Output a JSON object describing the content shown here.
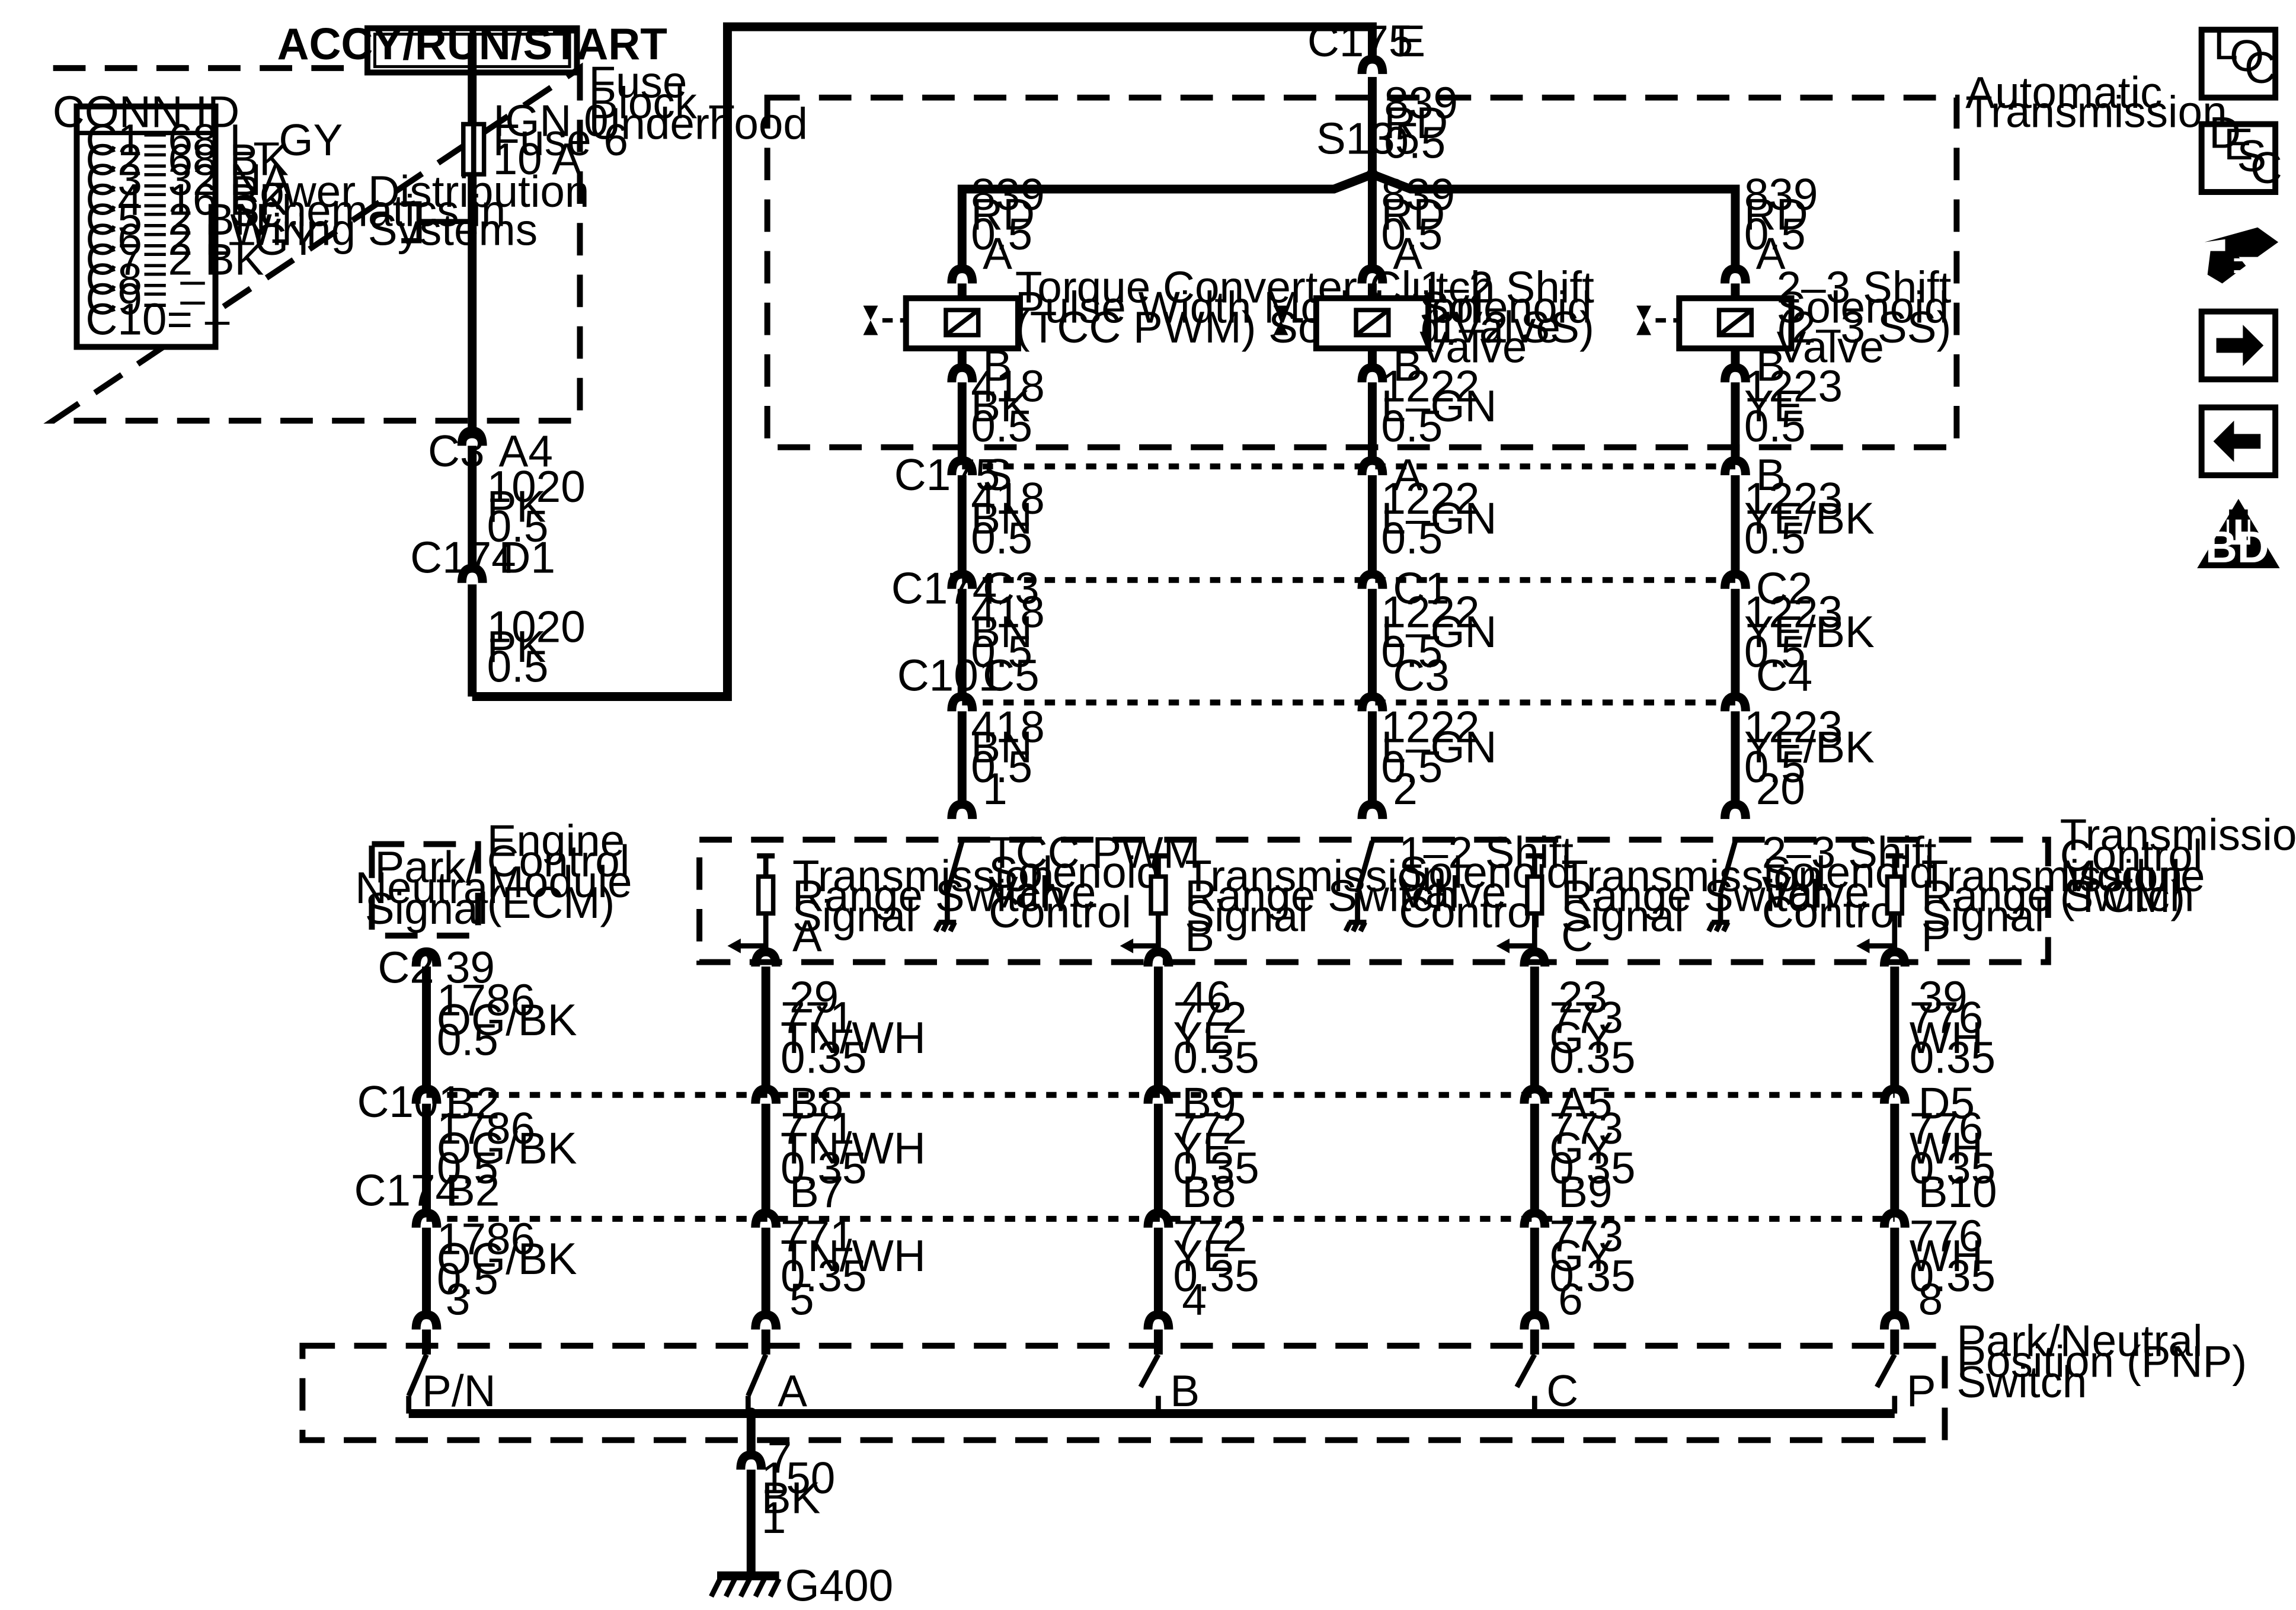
{
  "header": {
    "power_label": "ACCY/RUN/START",
    "fuse_block": [
      "Fuse",
      "Block –",
      "Underhood"
    ],
    "fuse": [
      "IGN 0",
      "Fuse 6",
      "10 A"
    ],
    "power_dist": [
      "Power Distribution",
      "Schematics in",
      "Wiring Systems"
    ],
    "auto_trans": [
      "Automatic",
      "Transmission"
    ]
  },
  "conn_id": {
    "title": "CONN ID",
    "rows": [
      "C1=68 L–GY",
      "C2=68 BK",
      "C3=32 NA",
      "C4=16 BK",
      "C5=2 BN",
      "C6=2 L–GY",
      "C7=2 BK",
      "C8= –",
      "C9= –",
      "C10= –"
    ]
  },
  "left_feed": {
    "c3": "C3",
    "a4": "A4",
    "w1": [
      "1020",
      "PK",
      "0.5"
    ],
    "c174": "C174",
    "d1": "D1",
    "w2": [
      "1020",
      "PK",
      "0.5"
    ]
  },
  "top_feed": {
    "c175": "C175",
    "pin": "E",
    "wire": [
      "839",
      "RD",
      "0.5"
    ],
    "splice": "S135"
  },
  "solenoids": [
    {
      "wire_top": [
        "839",
        "RD",
        "0.5"
      ],
      "pin_a": "A",
      "pin_b": "B",
      "label": [
        "Torque Converter Clutch",
        "Pulse Width Modulation",
        "(TCC PWM) Solenoid Valve"
      ],
      "wire_b": [
        "418",
        "BK",
        "0.5"
      ],
      "c175_pin": "S",
      "w_c175": [
        "418",
        "BN",
        "0.5"
      ],
      "c174_pin": "C3",
      "w_c174": [
        "418",
        "BN",
        "0.5"
      ],
      "c101_pin": "C5",
      "w_c101": [
        "418",
        "BN",
        "0.5"
      ],
      "tcm_pin": "1",
      "tcm_label": [
        "TCC PWM",
        "Solenoid",
        "Valve",
        "Control"
      ]
    },
    {
      "wire_top": [
        "839",
        "RD",
        "0.5"
      ],
      "pin_a": "A",
      "pin_b": "B",
      "label": [
        "1–2 Shift",
        "Solenoid",
        "(1–2 SS)",
        "Valve"
      ],
      "wire_b": [
        "1222",
        "L–GN",
        "0.5"
      ],
      "c175_pin": "A",
      "w_c175": [
        "1222",
        "L–GN",
        "0.5"
      ],
      "c174_pin": "C1",
      "w_c174": [
        "1222",
        "L–GN",
        "0.5"
      ],
      "c101_pin": "C3",
      "w_c101": [
        "1222",
        "L–GN",
        "0.5"
      ],
      "tcm_pin": "2",
      "tcm_label": [
        "1–2 Shift",
        "Solenoid",
        "Valve",
        "Control"
      ]
    },
    {
      "wire_top": [
        "839",
        "RD",
        "0.5"
      ],
      "pin_a": "A",
      "pin_b": "B",
      "label": [
        "2–3 Shift",
        "Solenoid",
        "(2–3 SS)",
        "Valve"
      ],
      "wire_b": [
        "1223",
        "YE",
        "0.5"
      ],
      "c175_pin": "B",
      "w_c175": [
        "1223",
        "YE/BK",
        "0.5"
      ],
      "c174_pin": "C2",
      "w_c174": [
        "1223",
        "YE/BK",
        "0.5"
      ],
      "c101_pin": "C4",
      "w_c101": [
        "1223",
        "YE/BK",
        "0.5"
      ],
      "tcm_pin": "20",
      "tcm_label": [
        "2–3 Shift",
        "Solenoid",
        "Valve",
        "Control"
      ]
    }
  ],
  "connectors": {
    "c175": "C175",
    "c174": "C174",
    "c101": "C101",
    "c2": "C2"
  },
  "ecm": {
    "box": [
      "Park/",
      "Neutral",
      "Signal"
    ],
    "label": [
      "Engine",
      "Control",
      "Module",
      "(ECM)"
    ],
    "pin": "39",
    "w1": [
      "1786",
      "OG/BK",
      "0.5"
    ],
    "c101_pin": "B2",
    "w2": [
      "1786",
      "OG/BK",
      "0.5"
    ],
    "c174_pin": "B2",
    "w3": [
      "1786",
      "OG/BK",
      "0.5"
    ],
    "pnp_pin": "3",
    "pnp_label": "P/N"
  },
  "tcm": {
    "label": [
      "Transmission",
      "Control",
      "Module",
      "(TCM)"
    ],
    "range_signals": [
      {
        "label": [
          "Transmission",
          "Range Switch",
          "Signal",
          "A"
        ],
        "pin": "29",
        "w1": [
          "771",
          "TN/WH",
          "0.35"
        ],
        "c101": "B8",
        "w2": [
          "771",
          "TN/WH",
          "0.35"
        ],
        "c174": "B7",
        "w3": [
          "771",
          "TN/WH",
          "0.35"
        ],
        "pnp_pin": "5",
        "pnp_label": "A"
      },
      {
        "label": [
          "Transmission",
          "Range Switch",
          "Signal",
          "B"
        ],
        "pin": "46",
        "w1": [
          "772",
          "YE",
          "0.35"
        ],
        "c101": "B9",
        "w2": [
          "772",
          "YE",
          "0.35"
        ],
        "c174": "B8",
        "w3": [
          "772",
          "YE",
          "0.35"
        ],
        "pnp_pin": "4",
        "pnp_label": "B"
      },
      {
        "label": [
          "Transmission",
          "Range Switch",
          "Signal",
          "C"
        ],
        "pin": "23",
        "w1": [
          "773",
          "GY",
          "0.35"
        ],
        "c101": "A5",
        "w2": [
          "773",
          "GY",
          "0.35"
        ],
        "c174": "B9",
        "w3": [
          "773",
          "GY",
          "0.35"
        ],
        "pnp_pin": "6",
        "pnp_label": "C"
      },
      {
        "label": [
          "Transmission",
          "Range Switch",
          "Signal",
          "P"
        ],
        "pin": "39",
        "w1": [
          "776",
          "WH",
          "0.35"
        ],
        "c101": "D5",
        "w2": [
          "776",
          "WH",
          "0.35"
        ],
        "c174": "B10",
        "w3": [
          "776",
          "WH",
          "0.35"
        ],
        "pnp_pin": "8",
        "pnp_label": "P"
      }
    ]
  },
  "pnp": {
    "label": [
      "Park/Neutral",
      "Position (PNP)",
      "Switch"
    ]
  },
  "ground": {
    "pin": "7",
    "wire": [
      "150",
      "BK",
      "1"
    ],
    "name": "G400"
  },
  "nav": {
    "loc": [
      "L",
      "O",
      "C"
    ],
    "desc": [
      "D",
      "E",
      "S",
      "C"
    ],
    "obd_num": "II",
    "obd_text": "OBD II"
  }
}
